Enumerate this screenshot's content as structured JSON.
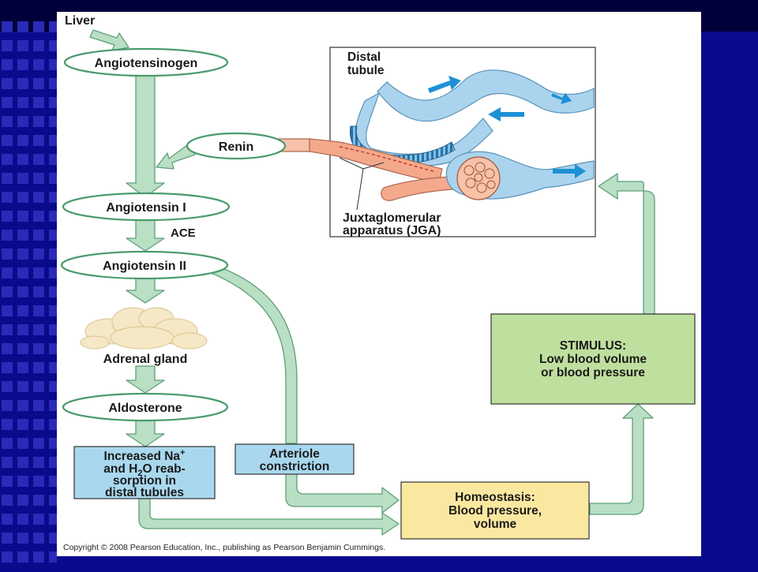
{
  "labels": {
    "liver": "Liver",
    "angiotensinogen": "Angiotensinogen",
    "renin": "Renin",
    "angiotensin1": "Angiotensin I",
    "ace": "ACE",
    "angiotensin2": "Angiotensin II",
    "adrenal_gland": "Adrenal gland",
    "aldosterone": "Aldosterone",
    "arteriole_constriction": [
      "Arteriole",
      "constriction"
    ],
    "homeostasis": [
      "Homeostasis:",
      "Blood pressure,",
      "volume"
    ],
    "stimulus": [
      "STIMULUS:",
      "Low blood volume",
      "or blood pressure"
    ],
    "distal_tubule": [
      "Distal",
      "tubule"
    ],
    "jga": [
      "Juxtaglomerular",
      "apparatus (JGA)"
    ]
  },
  "reabsorption": {
    "l1_pre": "Increased Na",
    "l1_sup": "+",
    "l2_pre": "and H",
    "l2_sub": "2",
    "l2_post": "O reab-",
    "l3": "sorption in",
    "l4": "distal tubules"
  },
  "copyright": "Copyright © 2008 Pearson Education, Inc., publishing as Pearson Benjamin Cummings.",
  "colors": {
    "background": "#0a0a8c",
    "arrow_fill": "#b9dfc4",
    "arrow_stroke": "#5e9f77",
    "oval_stroke": "#4a9b6e",
    "box_blue": "#a9d8ee",
    "box_green": "#bfdf9f",
    "box_yellow": "#fbe8a0",
    "tubule": "#aad4ee",
    "vessel": "#f4a98c"
  }
}
